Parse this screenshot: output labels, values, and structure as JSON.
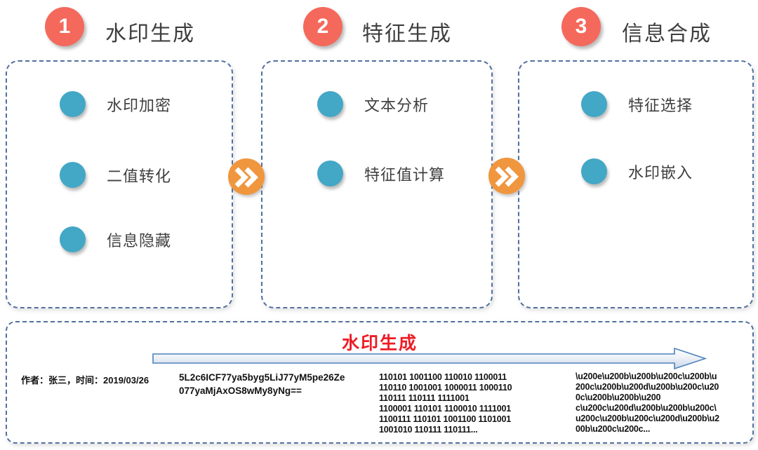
{
  "colors": {
    "coral": "#f4695c",
    "teal": "#43a7c6",
    "orange": "#f0963e",
    "dash-border": "#51709f",
    "red-title": "#ee1c25",
    "arrow-stroke": "#4e81bd",
    "heading-text": "#3f3f3f",
    "body-text": "#111111"
  },
  "steps": [
    {
      "number": "1",
      "title": "水印生成",
      "items": [
        "水印加密",
        "二值转化",
        "信息隐藏"
      ]
    },
    {
      "number": "2",
      "title": "特征生成",
      "items": [
        "文本分析",
        "特征值计算"
      ]
    },
    {
      "number": "3",
      "title": "信息合成",
      "items": [
        "特征选择",
        "水印嵌入"
      ]
    }
  ],
  "connectors": [
    {
      "icon": "double-chevron-right"
    },
    {
      "icon": "double-chevron-right"
    }
  ],
  "detail_panel": {
    "title": "水印生成",
    "author_line": "作者：张三，时间：2019/03/26",
    "base64_lines": [
      "5L2c6ICF77ya5byg5LiJ77yM5pe26Ze",
      "077yaMjAxOS8wMy8yNg=="
    ],
    "binary_lines": [
      "110101 1001100 110010 1100011",
      "110110 1001001 1000011 1000110",
      "110111 110111 1111001",
      "1100001 110101 1100010 1111001",
      "1100111 110101 1001100 1101001",
      "1001010 110111 110111..."
    ],
    "unicode_lines": [
      "\\u200e\\u200b\\u200b\\u200c\\u200b\\u",
      "200c\\u200b\\u200d\\u200b\\u200c\\u20",
      "0c\\u200b\\u200b\\u200",
      "c\\u200c\\u200d\\u200b\\u200b\\u200c\\",
      "u200c\\u200b\\u200c\\u200d\\u200b\\u2",
      "00b\\u200c\\u200c..."
    ]
  }
}
